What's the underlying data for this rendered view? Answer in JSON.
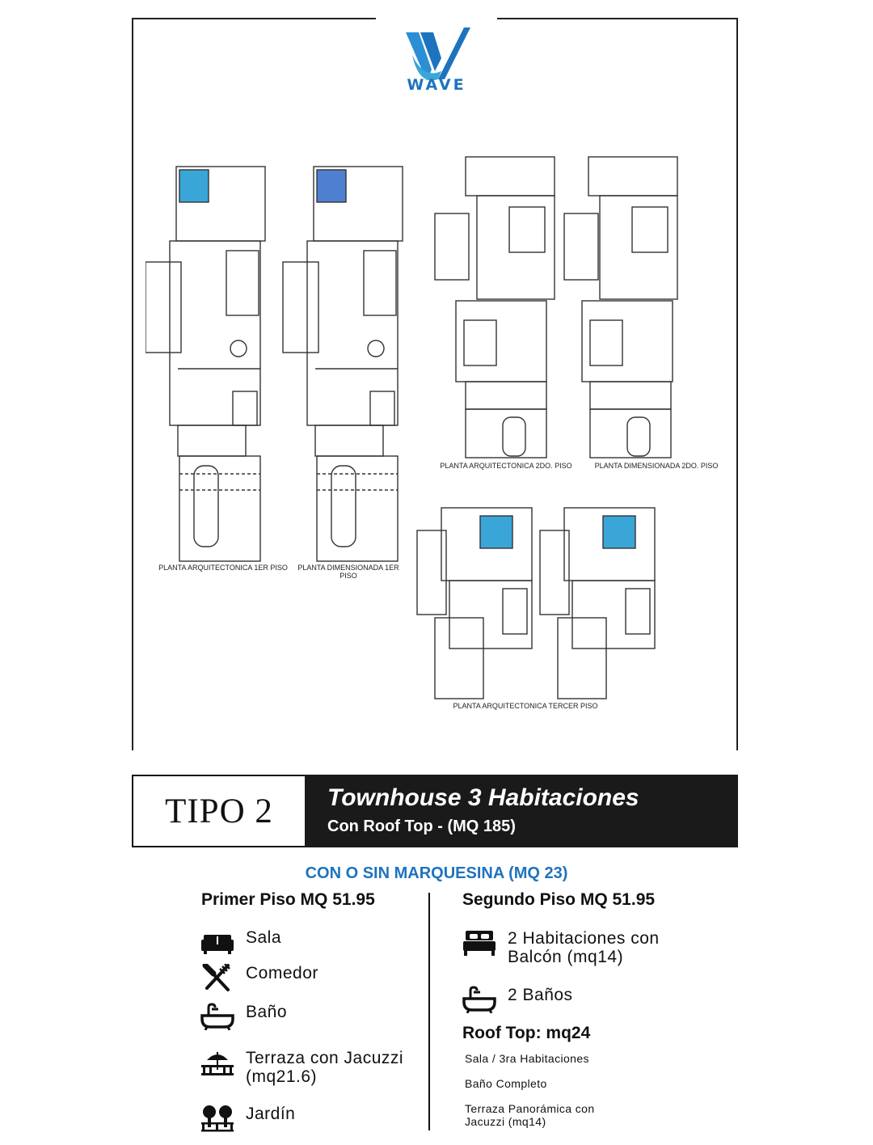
{
  "brand": {
    "logo_text": "WAVE",
    "accent": "#1e73be"
  },
  "plans": {
    "labels": [
      "PLANTA ARQUITECTONICA 1ER PISO",
      "PLANTA DIMENSIONADA 1ER PISO",
      "PLANTA ARQUITECTONICA 2DO. PISO",
      "PLANTA DIMENSIONADA 2DO. PISO",
      "PLANTA ARQUITECTONICA TERCER  PISO"
    ],
    "pool_color": "#3aa6d8"
  },
  "banner": {
    "tipo": "TIPO 2",
    "title": "Townhouse 3 Habitaciones",
    "subtitle": "Con Roof Top - (MQ 185)"
  },
  "marquesina": "CON O SIN MARQUESINA (MQ 23)",
  "primer_piso": {
    "title": "Primer Piso MQ 51.95",
    "items": [
      {
        "icon": "sofa-icon",
        "label": "Sala"
      },
      {
        "icon": "fork-knife-icon",
        "label": "Comedor"
      },
      {
        "icon": "bathtub-icon",
        "label": "Baño"
      },
      {
        "icon": "terrace-icon",
        "label": "Terraza con Jacuzzi (mq21.6)"
      },
      {
        "icon": "garden-icon",
        "label": "Jardín"
      }
    ]
  },
  "segundo_piso": {
    "title": "Segundo Piso MQ 51.95",
    "items": [
      {
        "icon": "bed-icon",
        "label": "2 Habitaciones con Balcón (mq14)"
      },
      {
        "icon": "bathtub-icon",
        "label": "2 Baños"
      }
    ]
  },
  "roof_top": {
    "title": "Roof Top: mq24",
    "items": [
      "Sala / 3ra Habitaciones",
      "Baño Completo",
      "Terraza Panorámica con Jacuzzi (mq14)"
    ]
  }
}
